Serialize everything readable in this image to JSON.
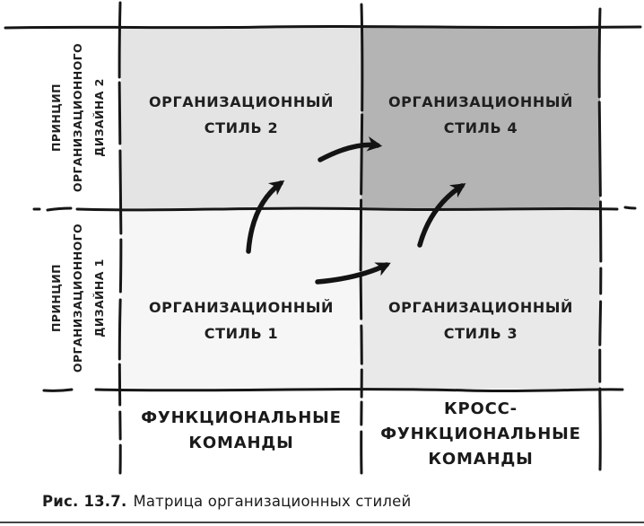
{
  "colors": {
    "line": "#161616",
    "quadrant_style1_fill": "#f6f6f6",
    "quadrant_style2_fill": "#e4e4e4",
    "quadrant_style3_fill": "#e9e9e9",
    "quadrant_style4_fill": "#b4b4b4"
  },
  "y_axis": {
    "top_label": {
      "line1": "ПРИНЦИП",
      "line2": "ОРГАНИЗАЦИОННОГО",
      "line3": "ДИЗАЙНА 2"
    },
    "bottom_label": {
      "line1": "ПРИНЦИП",
      "line2": "ОРГАНИЗАЦИОННОГО",
      "line3": "ДИЗАЙНА 1"
    }
  },
  "quadrants": {
    "style2": {
      "line1": "ОРГАНИЗАЦИОННЫЙ",
      "line2": "СТИЛЬ 2"
    },
    "style4": {
      "line1": "ОРГАНИЗАЦИОННЫЙ",
      "line2": "СТИЛЬ 4"
    },
    "style1": {
      "line1": "ОРГАНИЗАЦИОННЫЙ",
      "line2": "СТИЛЬ 1"
    },
    "style3": {
      "line1": "ОРГАНИЗАЦИОННЫЙ",
      "line2": "СТИЛЬ 3"
    }
  },
  "x_axis": {
    "left_label": {
      "line1": "ФУНКЦИОНАЛЬНЫЕ",
      "line2": "КОМАНДЫ"
    },
    "right_label": {
      "line1": "КРОСС-",
      "line2": "ФУНКЦИОНАЛЬНЫЕ",
      "line3": "КОМАНДЫ"
    }
  },
  "arrows": [
    {
      "from": "СТИЛЬ 1",
      "to": "СТИЛЬ 2"
    },
    {
      "from": "СТИЛЬ 2",
      "to": "СТИЛЬ 4"
    },
    {
      "from": "СТИЛЬ 1",
      "to": "СТИЛЬ 3"
    },
    {
      "from": "СТИЛЬ 3",
      "to": "СТИЛЬ 4"
    }
  ],
  "caption": {
    "number": "Рис. 13.7.",
    "text": "Матрица организационных стилей"
  }
}
